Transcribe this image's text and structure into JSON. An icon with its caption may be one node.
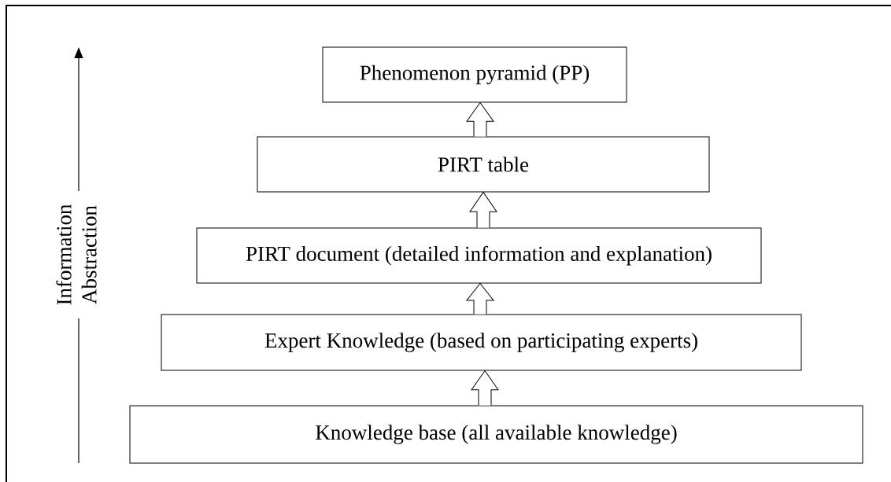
{
  "diagram": {
    "nodes": [
      {
        "text": [
          "Phenomenon pyramid (PP)"
        ]
      },
      {
        "text": [
          "PIRT table"
        ]
      },
      {
        "text": [
          "PIRT document (detailed information and explanation)"
        ]
      },
      {
        "text": [
          "Expert Knowledge (based on participating experts)"
        ]
      },
      {
        "text": [
          "Knowledge base (all available knowledge)"
        ]
      }
    ],
    "edges": [
      {
        "from": 1,
        "to": 0,
        "arrow": "to"
      },
      {
        "from": 2,
        "to": 1,
        "arrow": "to"
      },
      {
        "from": 3,
        "to": 2,
        "arrow": "to"
      },
      {
        "from": 4,
        "to": 3,
        "arrow": "to"
      }
    ],
    "labels": [
      "Information Abstraction"
    ]
  }
}
